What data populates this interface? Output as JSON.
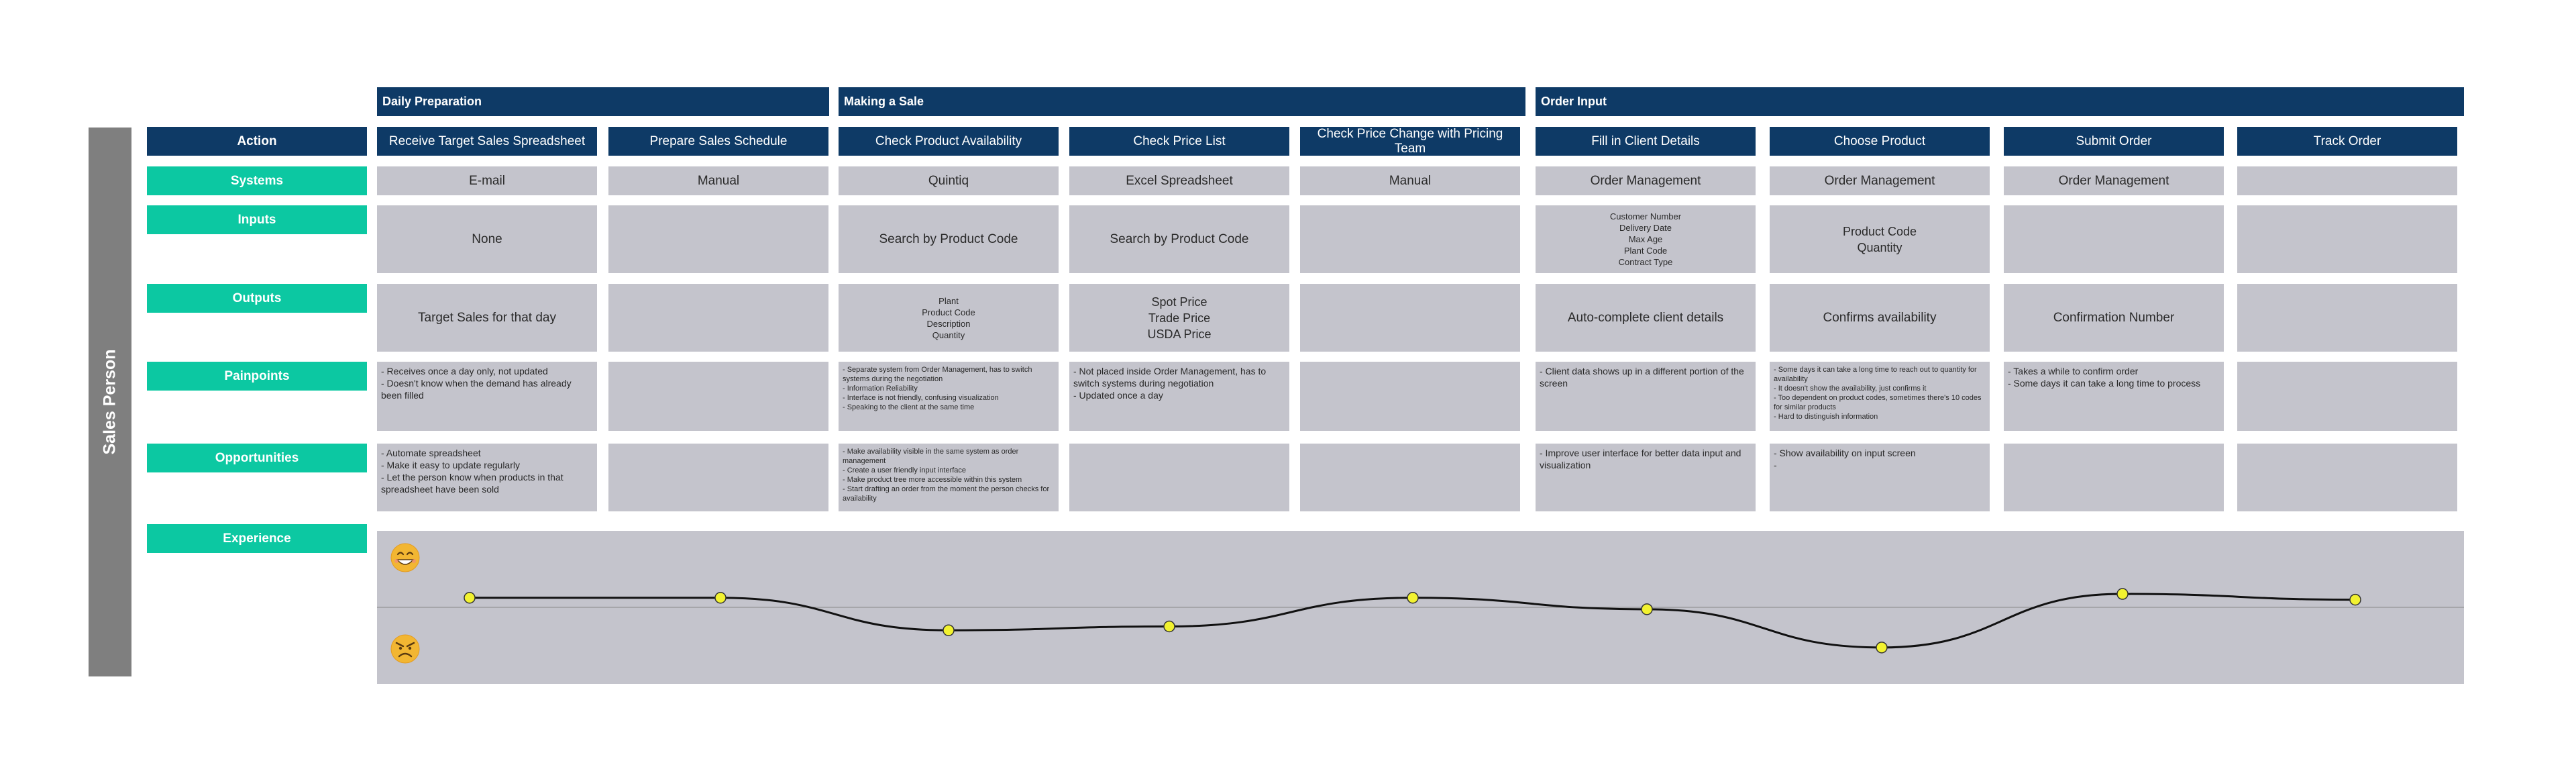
{
  "persona": "Sales Person",
  "phases": [
    {
      "label": "Daily Preparation"
    },
    {
      "label": "Making a Sale"
    },
    {
      "label": "Order Input"
    }
  ],
  "row_labels": {
    "action": "Action",
    "systems": "Systems",
    "inputs": "Inputs",
    "outputs": "Outputs",
    "painpoints": "Painpoints",
    "opportunities": "Opportunities",
    "experience": "Experience"
  },
  "actions": [
    "Receive Target Sales Spreadsheet",
    "Prepare Sales Schedule",
    "Check Product Availability",
    "Check Price List",
    "Check Price Change with Pricing Team",
    "Fill in Client Details",
    "Choose Product",
    "Submit Order",
    "Track Order"
  ],
  "systems": [
    "E-mail",
    "Manual",
    "Quintiq",
    "Excel Spreadsheet",
    "Manual",
    "Order Management",
    "Order Management",
    "Order Management",
    ""
  ],
  "inputs": [
    [
      "None"
    ],
    [],
    [
      "Search by Product Code"
    ],
    [
      "Search by Product Code"
    ],
    [],
    [
      "Customer Number",
      "Delivery Date",
      "Max Age",
      "Plant Code",
      "Contract Type"
    ],
    [
      "Product Code",
      "Quantity"
    ],
    [],
    []
  ],
  "outputs": [
    [
      "Target Sales for that day"
    ],
    [],
    [
      "Plant",
      "Product Code",
      "Description",
      "Quantity"
    ],
    [
      "Spot Price",
      "Trade Price",
      "USDA Price"
    ],
    [],
    [
      "Auto-complete client details"
    ],
    [
      "Confirms availability"
    ],
    [
      "Confirmation Number"
    ],
    []
  ],
  "painpoints": [
    "- Receives once a day only, not updated\n- Doesn't know when the demand has already been filled",
    "",
    "- Separate system from Order Management, has to switch systems during the negotiation\n- Information Reliability\n- Interface is not friendly, confusing visualization\n- Speaking to the client at the same time",
    "- Not placed inside Order Management, has to switch systems during negotiation\n- Updated once a day",
    "",
    "- Client data shows up in a different portion of the screen",
    "- Some days it can take a long time to reach out to quantity for availability\n- It doesn't show the availability, just confirms it\n- Too dependent on product codes, sometimes there's 10 codes for similar products\n- Hard to distinguish information",
    "- Takes a while to confirm order\n- Some days it can take a long time to process",
    ""
  ],
  "opportunities": [
    "- Automate spreadsheet\n- Make it easy to update regularly\n- Let the person know when products in that spreadsheet have been sold",
    "",
    "- Make availability visible in the same system as order management\n- Create a user friendly input interface\n- Make product tree more accessible within this system\n- Start drafting an order from the moment the person checks for availability",
    "",
    "",
    "- Improve user interface for better data input and visualization",
    "- Show availability on input screen\n-",
    "",
    ""
  ],
  "chart_data": {
    "type": "line",
    "categories": [
      "Receive Target Sales Spreadsheet",
      "Prepare Sales Schedule",
      "Check Product Availability",
      "Check Price List",
      "Check Price Change with Pricing Team",
      "Fill in Client Details",
      "Choose Product",
      "Submit Order",
      "Track Order"
    ],
    "values": [
      0.5,
      0.5,
      -1.2,
      -1.0,
      0.5,
      -0.1,
      -2.1,
      0.7,
      0.4
    ],
    "ylim": [
      -4,
      4
    ],
    "grid": "baseline",
    "colors": {
      "line": "#111111",
      "marker": "#f2f230",
      "baseline": "#888888"
    },
    "icons": {
      "top": "happy-face-icon",
      "bottom": "angry-face-icon"
    }
  }
}
